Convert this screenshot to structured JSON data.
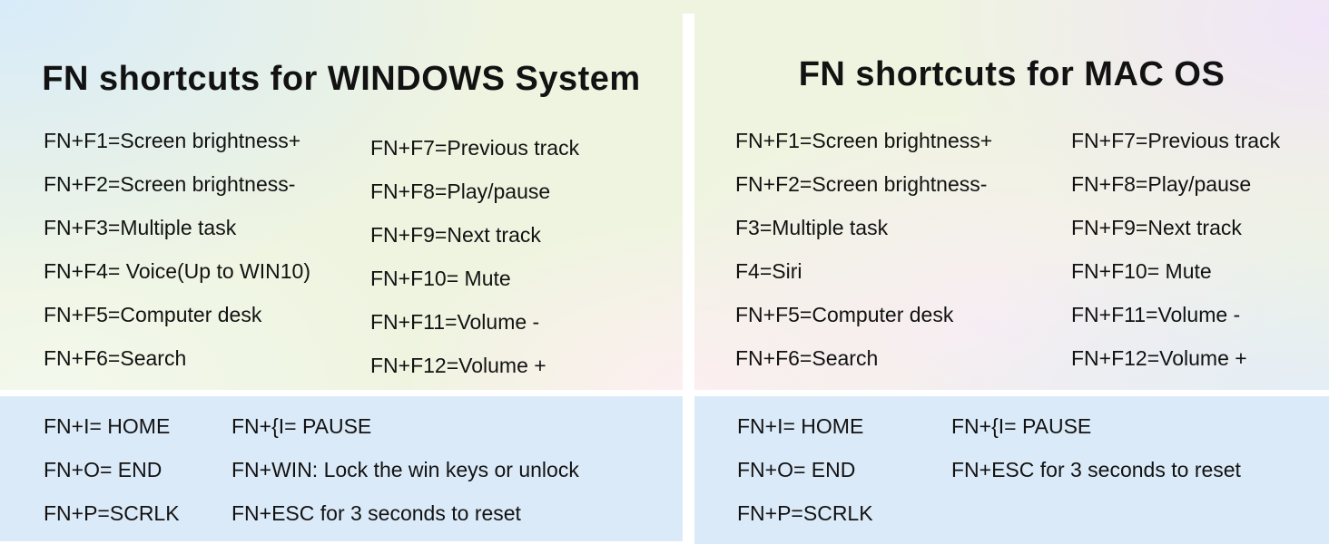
{
  "panels": [
    {
      "id": "windows",
      "title": "FN shortcuts for WINDOWS System",
      "fn_col1": [
        "FN+F1=Screen brightness+",
        "FN+F2=Screen brightness-",
        "FN+F3=Multiple task",
        "FN+F4= Voice(Up to WIN10)",
        "FN+F5=Computer desk",
        "FN+F6=Search"
      ],
      "fn_col2": [
        "FN+F7=Previous track",
        "FN+F8=Play/pause",
        "FN+F9=Next track",
        "FN+F10= Mute",
        "FN+F11=Volume -",
        "FN+F12=Volume +"
      ],
      "extra_col1": [
        "FN+I= HOME",
        "FN+O= END",
        "FN+P=SCRLK"
      ],
      "extra_col2": [
        "FN+{I= PAUSE",
        "FN+WIN: Lock the win keys or unlock",
        "FN+ESC for 3 seconds to reset"
      ]
    },
    {
      "id": "mac",
      "title": "FN shortcuts for MAC OS",
      "fn_col1": [
        "FN+F1=Screen brightness+",
        "FN+F2=Screen brightness-",
        "F3=Multiple task",
        "F4=Siri",
        "FN+F5=Computer desk",
        "FN+F6=Search"
      ],
      "fn_col2": [
        "FN+F7=Previous track",
        "FN+F8=Play/pause",
        "FN+F9=Next track",
        "FN+F10= Mute",
        "FN+F11=Volume -",
        "FN+F12=Volume +"
      ],
      "extra_col1": [
        "FN+I= HOME",
        "FN+O= END",
        "FN+P=SCRLK"
      ],
      "extra_col2": [
        "FN+{I= PAUSE",
        "FN+ESC for 3 seconds to reset"
      ]
    }
  ],
  "colors": {
    "text": "#121212",
    "footer_box": "#dbeaf8",
    "divider": "#ffffff",
    "gradient_blue": "#d7ebfa",
    "gradient_green": "#eff4e0",
    "gradient_lavender": "#f0e5f8",
    "gradient_pink": "#f8edf3",
    "gradient_blue_right": "#e1ecfb"
  }
}
